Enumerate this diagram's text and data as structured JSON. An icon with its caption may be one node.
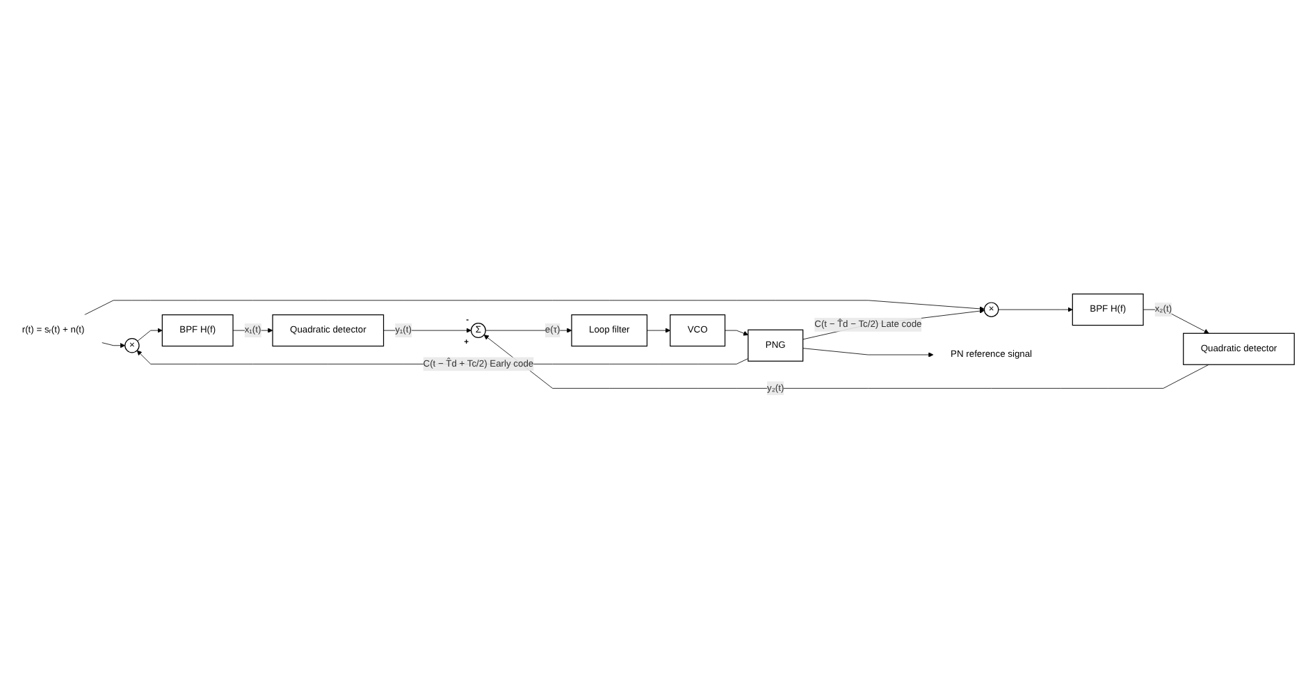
{
  "diagram": {
    "nodes": [
      {
        "text": [
          "r(t) = sᵣ(t) + n(t)"
        ]
      },
      {
        "text": [
          "×"
        ]
      },
      {
        "text": [
          "BPF H(f)"
        ]
      },
      {
        "text": [
          "Quadratic detector"
        ]
      },
      {
        "text": [
          "×"
        ]
      },
      {
        "text": [
          "BPF H(f)"
        ]
      },
      {
        "text": [
          "Quadratic detector"
        ]
      },
      {
        "text": [
          "Σ"
        ],
        "beside": [
          "-",
          "+"
        ]
      },
      {
        "text": [
          "Loop filter"
        ]
      },
      {
        "text": [
          "VCO"
        ]
      },
      {
        "text": [
          "PNG"
        ]
      },
      {
        "text": [
          "PN reference signal"
        ]
      }
    ],
    "edges": [
      {
        "from": 0,
        "to": 1,
        "arrow": "to"
      },
      {
        "from": 0,
        "to": 4,
        "arrow": "to"
      },
      {
        "from": 1,
        "to": 2,
        "arrow": "to"
      },
      {
        "from": 2,
        "to": 3,
        "arrow": "to",
        "label": "x₁(t)"
      },
      {
        "from": 3,
        "to": 7,
        "arrow": "to",
        "label": "y₁(t)"
      },
      {
        "from": 4,
        "to": 5,
        "arrow": "to"
      },
      {
        "from": 5,
        "to": 6,
        "arrow": "to",
        "label": "x₂(t)"
      },
      {
        "from": 6,
        "to": 7,
        "arrow": "to",
        "label": "y₂(t)"
      },
      {
        "from": 7,
        "to": 8,
        "arrow": "to",
        "label": "e(τ)"
      },
      {
        "from": 8,
        "to": 9,
        "arrow": "to"
      },
      {
        "from": 9,
        "to": 10,
        "arrow": "to"
      },
      {
        "from": 10,
        "to": 1,
        "arrow": "to",
        "label": "C(t − T̂d + Tc/2) Early code"
      },
      {
        "from": 10,
        "to": 4,
        "arrow": "to",
        "label": "C(t − T̂d − Tc/2) Late code"
      },
      {
        "from": 10,
        "to": 11,
        "arrow": "to"
      }
    ]
  }
}
